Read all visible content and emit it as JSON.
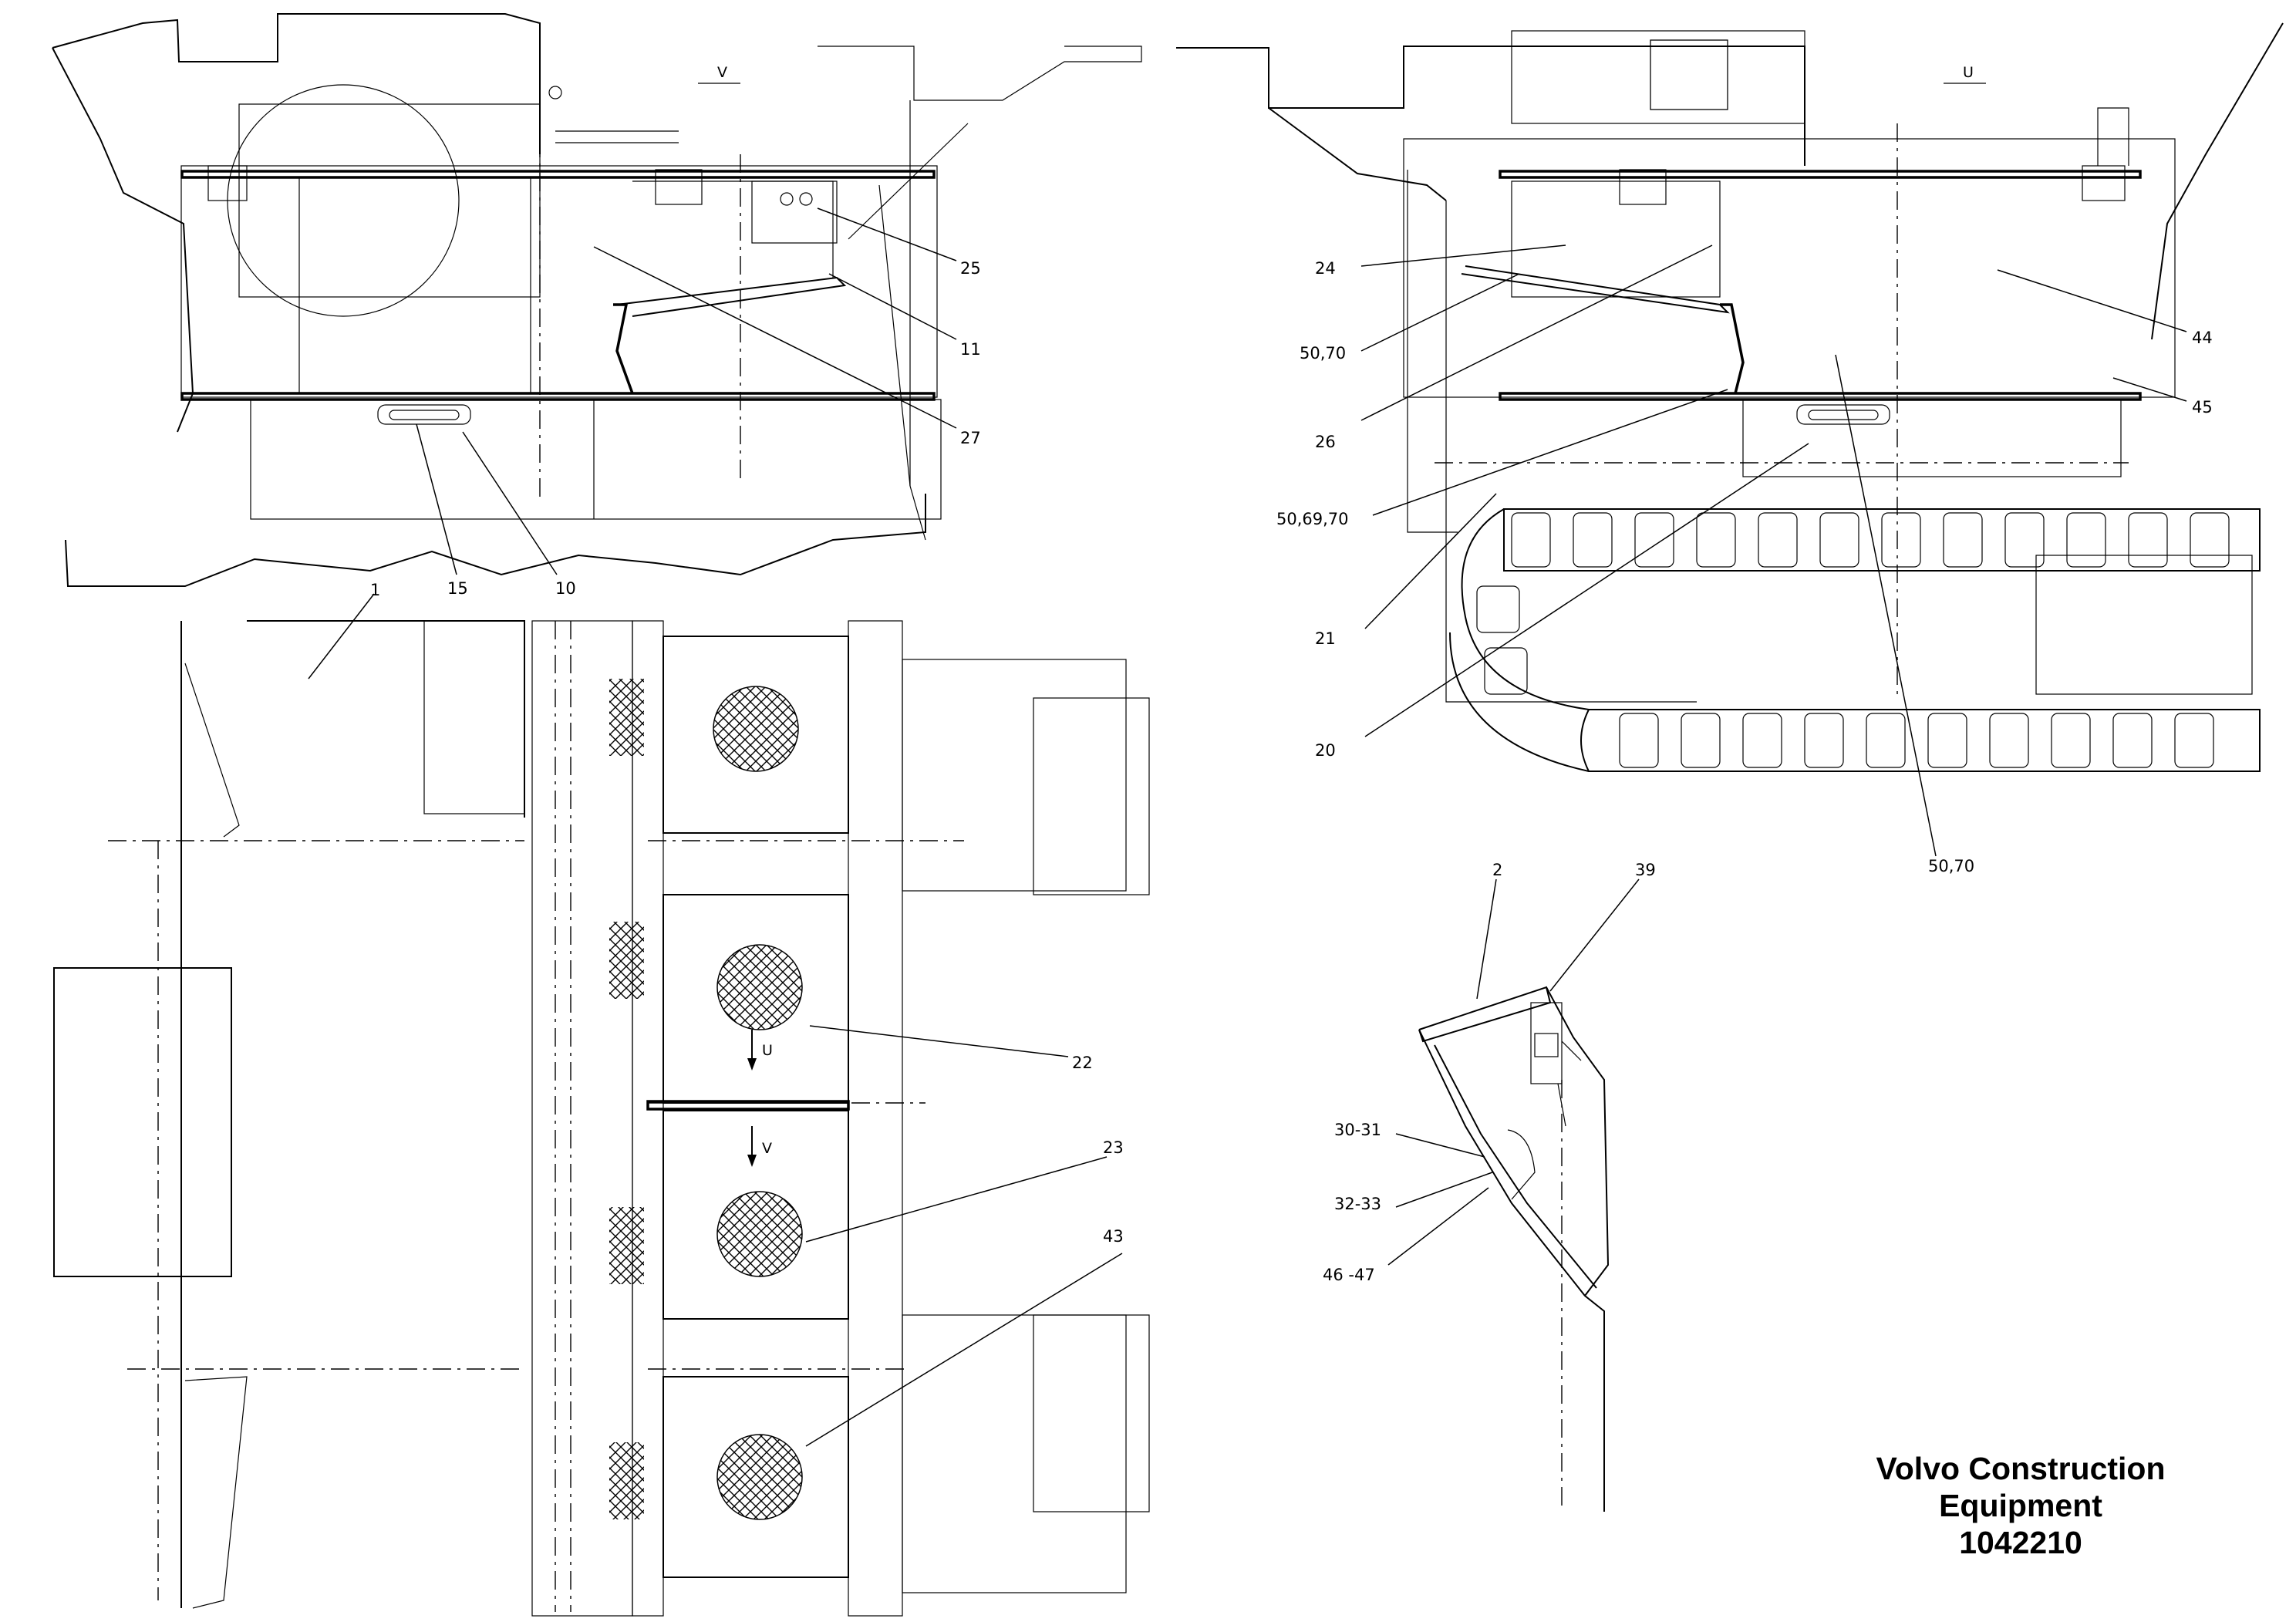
{
  "view_labels": {
    "view_v": "V",
    "view_u": "U"
  },
  "callouts_view_v": [
    "25",
    "11",
    "27",
    "15",
    "10"
  ],
  "callouts_view_u": [
    "24",
    "50,70",
    "26",
    "50,69,70",
    "21",
    "20",
    "44",
    "45",
    "50,70"
  ],
  "callouts_plan": [
    "1",
    "22",
    "23",
    "43"
  ],
  "plan_arrows": [
    "U",
    "V"
  ],
  "callouts_detail": [
    "2",
    "39",
    "30-31",
    "32-33",
    "46 -47"
  ],
  "title_block": {
    "line1": "Volvo Construction",
    "line2": "Equipment",
    "number": "1042210"
  }
}
